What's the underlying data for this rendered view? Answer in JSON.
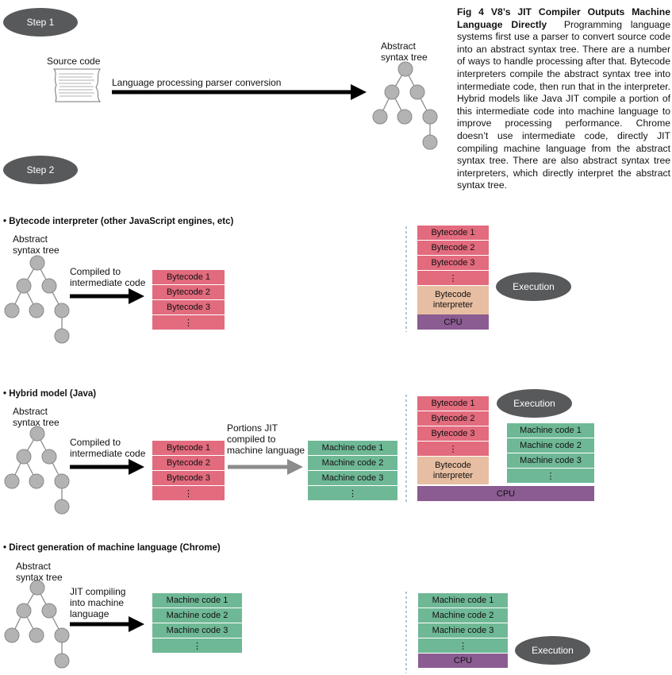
{
  "steps": {
    "step1": "Step 1",
    "step2": "Step 2"
  },
  "step1": {
    "source_code_label": "Source code",
    "parser_label": "Language processing parser conversion",
    "ast_label": [
      "Abstract",
      "syntax tree"
    ]
  },
  "caption": {
    "title": "Fig 4  V8’s JIT Compiler Outputs Machine Language Directly",
    "body": "Programming language systems first use a parser to convert source code into an abstract syntax tree. There are a number of ways to handle processing after that. Bytecode interpreters compile the abstract syntax tree into intermediate code, then run that in the interpreter. Hybrid models like Java JIT compile a portion of this intermediate code into machine language to improve processing performance. Chrome doesn’t use intermediate code, directly JIT compiling machine language from the abstract syntax tree. There are also abstract syntax tree interpreters, which directly interpret the abstract syntax tree."
  },
  "sections": {
    "bytecode": {
      "heading": "• Bytecode interpreter (other JavaScript engines, etc)",
      "ast_label": [
        "Abstract",
        "syntax tree"
      ],
      "arrow_label": [
        "Compiled to",
        "intermediate code"
      ],
      "bytecode": [
        "Bytecode 1",
        "Bytecode 2",
        "Bytecode 3",
        "⋮"
      ],
      "runtime_bytecode": [
        "Bytecode 1",
        "Bytecode 2",
        "Bytecode 3",
        "⋮"
      ],
      "interpreter": [
        "Bytecode",
        "interpreter"
      ],
      "cpu": "CPU",
      "execution": "Execution"
    },
    "hybrid": {
      "heading": "• Hybrid model (Java)",
      "ast_label": [
        "Abstract",
        "syntax tree"
      ],
      "arrow_label": [
        "Compiled to",
        "intermediate code"
      ],
      "jit_label": [
        "Portions JIT",
        "compiled to",
        "machine language"
      ],
      "bytecode": [
        "Bytecode 1",
        "Bytecode 2",
        "Bytecode 3",
        "⋮"
      ],
      "machine": [
        "Machine code 1",
        "Machine code 2",
        "Machine code 3",
        "⋮"
      ],
      "runtime_bytecode": [
        "Bytecode 1",
        "Bytecode 2",
        "Bytecode 3",
        "⋮"
      ],
      "interpreter": [
        "Bytecode",
        "interpreter"
      ],
      "runtime_machine": [
        "Machine code 1",
        "Machine code 2",
        "Machine code 3",
        "⋮"
      ],
      "cpu": "CPU",
      "execution": "Execution"
    },
    "direct": {
      "heading": "• Direct generation of machine language (Chrome)",
      "ast_label": [
        "Abstract",
        "syntax tree"
      ],
      "arrow_label": [
        "JIT compiling",
        "into machine",
        "language"
      ],
      "machine": [
        "Machine code 1",
        "Machine code 2",
        "Machine code 3",
        "⋮"
      ],
      "runtime_machine": [
        "Machine code 1",
        "Machine code 2",
        "Machine code 3",
        "⋮"
      ],
      "cpu": "CPU",
      "execution": "Execution"
    }
  },
  "colors": {
    "bytecode": "#e26b7e",
    "machine_code": "#6fb896",
    "interpreter": "#e7bea1",
    "cpu": "#8a5c91",
    "pill": "#58595b",
    "tree_node": "#b3b3b3"
  }
}
